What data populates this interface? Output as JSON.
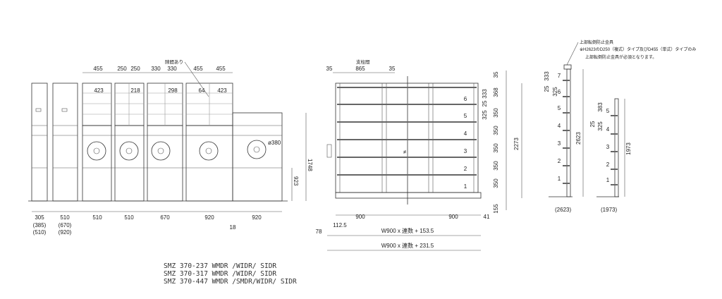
{
  "front": {
    "top_widths": [
      "455",
      "250",
      "250",
      "330",
      "330",
      "455",
      "455"
    ],
    "inner_widths": [
      "423",
      "218",
      "298",
      "64",
      "423"
    ],
    "diameter": "ø380",
    "bottom_widths": [
      "305",
      "510",
      "510",
      "510",
      "670",
      "920",
      "920"
    ],
    "alt_widths_1": [
      "(385)",
      "(510)"
    ],
    "alt_widths_2": [
      "(670)",
      "(920)"
    ],
    "gap_value": "18",
    "height_total": "1748",
    "height_lower": "923",
    "note_label": "隙間あり"
  },
  "side": {
    "pillar_label": "支柱間",
    "top_dims": [
      "35",
      "865",
      "35"
    ],
    "bottom_dims": [
      "900",
      "900",
      "41"
    ],
    "offset_left_1": "112.5",
    "offset_left_2": "78",
    "formula_1": "W900 x 連数 + 153.5",
    "formula_2": "W900 x 連数 + 231.5",
    "shelf_levels": [
      "6",
      "5",
      "4",
      "3",
      "2",
      "1"
    ],
    "right_dims": [
      "35",
      "368",
      "333",
      "25",
      "325",
      "350",
      "350",
      "350",
      "350",
      "350",
      "155"
    ],
    "height_total": "2273"
  },
  "section": {
    "note_title": "上部転倒防止金具",
    "note_line_1": "※H2623のD250（複式）タイプ及びD455（単式）タイプのみ",
    "note_line_2": "上部転倒防止金具が必須となります。",
    "tall": {
      "levels": [
        "7",
        "6",
        "5",
        "4",
        "3",
        "2",
        "1"
      ],
      "dims": [
        "333",
        "25",
        "325"
      ],
      "height": "2623",
      "caption": "(2623)"
    },
    "short": {
      "levels": [
        "5",
        "4",
        "3",
        "2",
        "1"
      ],
      "dims": [
        "383",
        "25",
        "325"
      ],
      "height": "1973",
      "caption": "(1973)"
    }
  },
  "models": [
    "SMZ  370-237 WMDR /WIDR/ SIDR",
    "SMZ  370-317 WMDR /WIDR/ SIDR",
    "SMZ  370-447 WMDR /SMDR/WIDR/ SIDR"
  ]
}
